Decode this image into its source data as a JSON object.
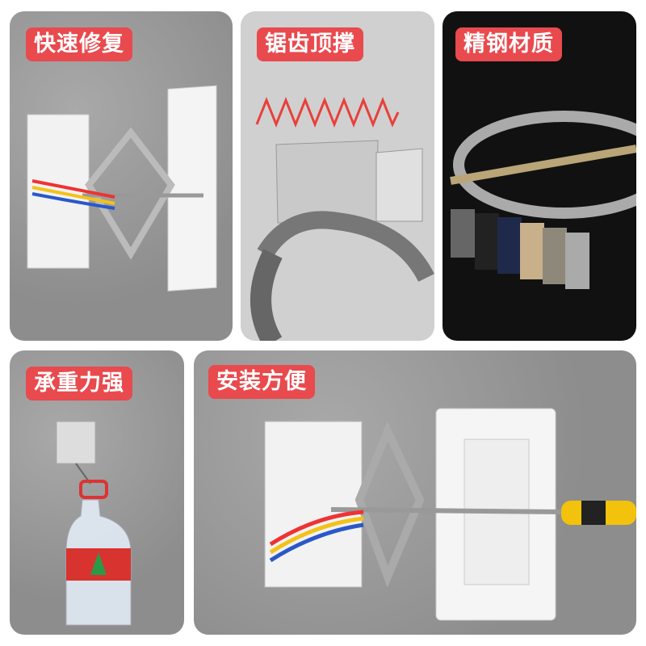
{
  "colors": {
    "label_bg": "#e84a4e",
    "label_text": "#ffffff",
    "zigzag": "#e8403a"
  },
  "panels": [
    {
      "label": "快速修复"
    },
    {
      "label": "锯齿顶撑"
    },
    {
      "label": "精钢材质"
    },
    {
      "label": "承重力强"
    },
    {
      "label": "安装方便"
    }
  ]
}
